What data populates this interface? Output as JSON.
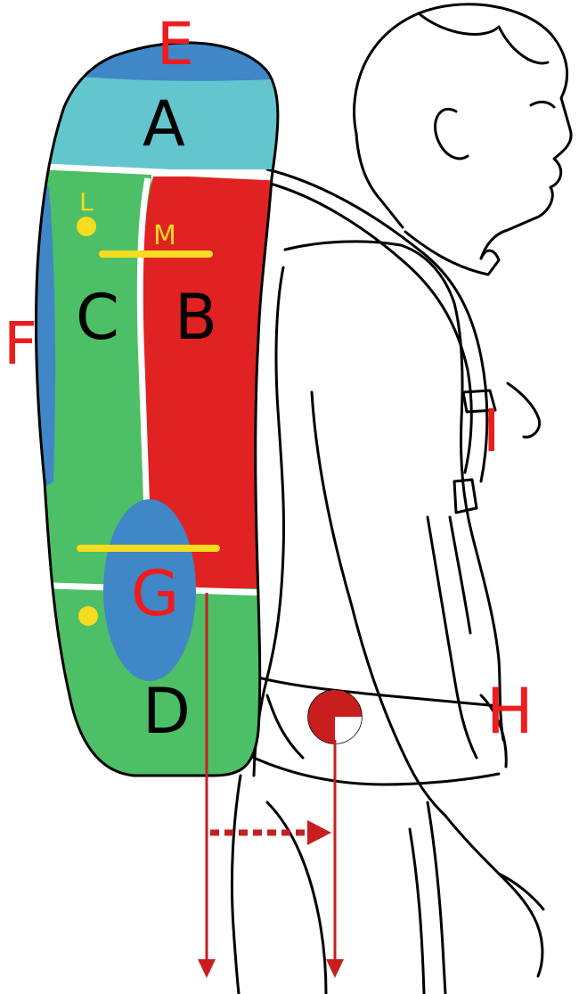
{
  "diagram": {
    "labels": {
      "A": "A",
      "B": "B",
      "C": "C",
      "D": "D",
      "E": "E",
      "F": "F",
      "G": "G",
      "H": "H",
      "I": "I",
      "L": "L",
      "M": "M"
    },
    "colors": {
      "zone_green": "#4dbf66",
      "zone_red": "#e02222",
      "zone_blue": "#3f87c7",
      "zone_cyan": "#63c6cf",
      "marker_yellow": "#f5dc1e",
      "arrow_red": "#c81e1e",
      "label_red": "#ee1c1c",
      "outline": "#000000"
    }
  }
}
